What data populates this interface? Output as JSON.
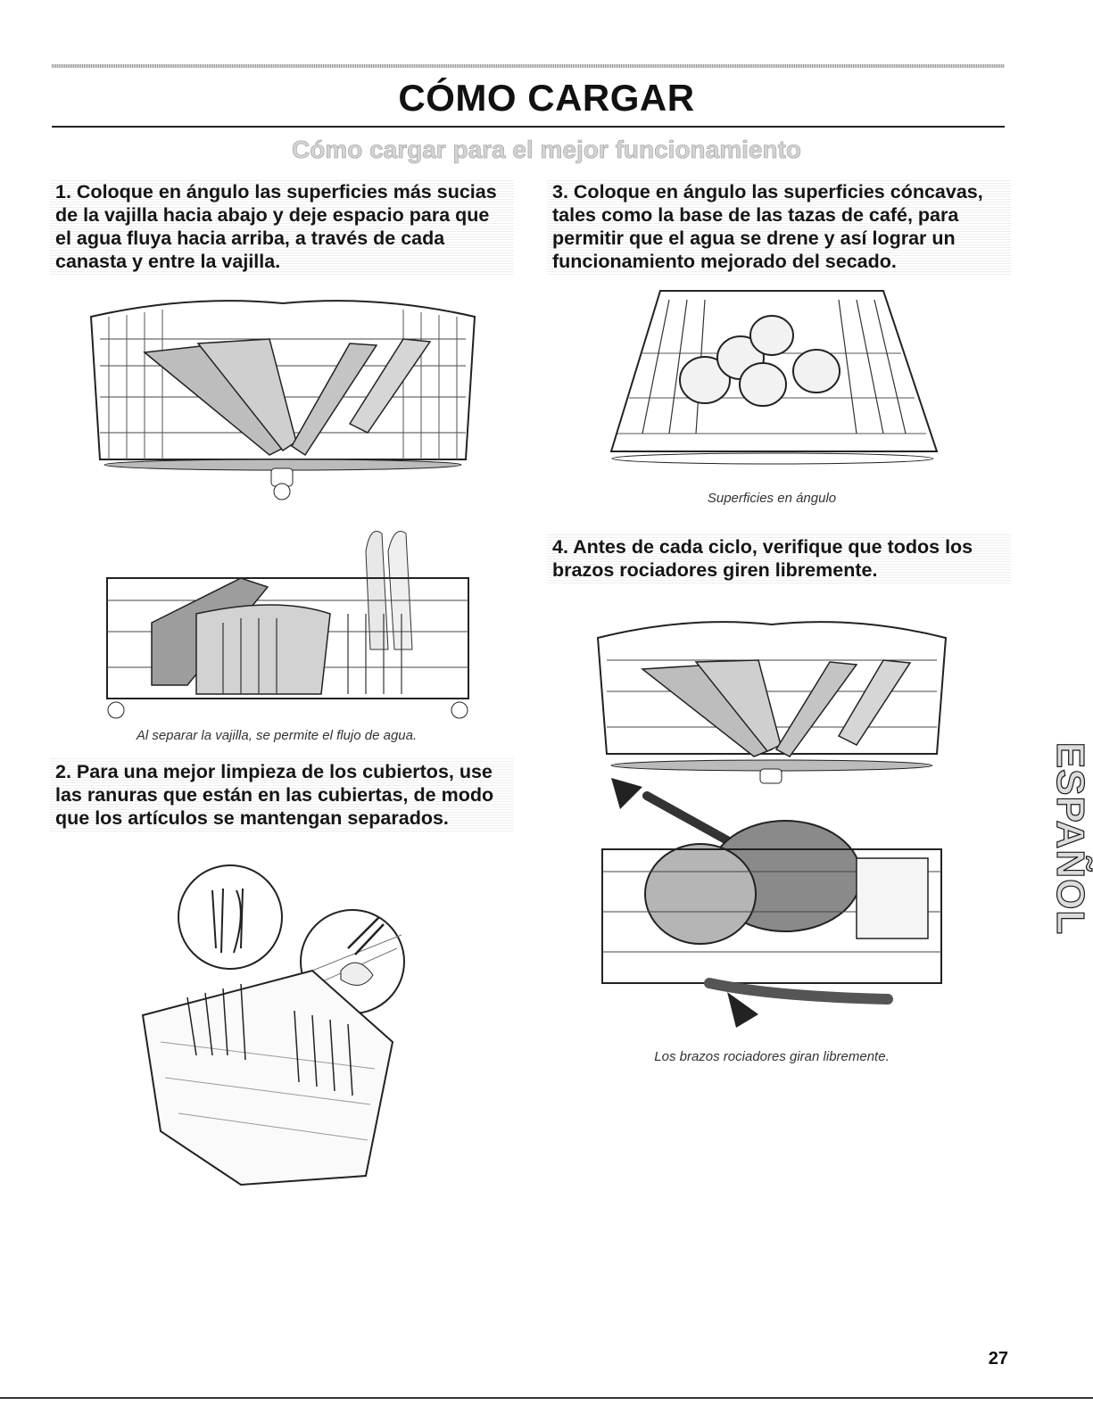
{
  "header": {
    "title": "CÓMO CARGAR",
    "subtitle": "Cómo cargar para el mejor funcionamiento"
  },
  "steps": [
    {
      "text": "1. Coloque en ángulo las superficies más sucias de la vajilla hacia abajo y deje espacio para que el agua fluya hacia arriba, a través de cada canasta y entre la vajilla."
    },
    {
      "text": "2. Para una mejor limpieza de los cubiertos, use las ranuras que están en las cubiertas, de modo que los artículos se mantengan separados."
    },
    {
      "text": "3. Coloque en ángulo las superficies cóncavas, tales como la base de las tazas de café, para permitir que el agua se drene y así lograr un funcionamiento mejorado del secado."
    },
    {
      "text": "4. Antes de cada ciclo, verifique que todos los brazos rociadores giren libremente."
    }
  ],
  "captions": {
    "separate_dishes": "Al separar la vajilla, se permite el flujo de agua.",
    "angled_surfaces": "Superficies en ángulo",
    "spray_arms": "Los brazos rociadores giran libremente."
  },
  "side_tab": "ESPAÑOL",
  "page_number": "27"
}
